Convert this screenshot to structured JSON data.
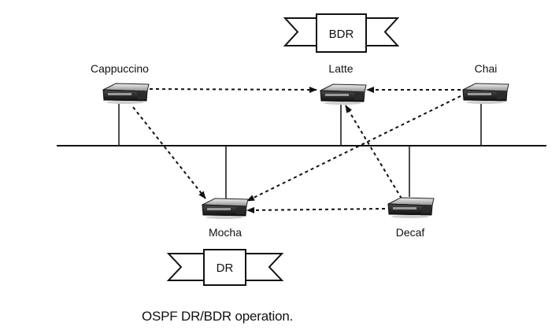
{
  "diagram": {
    "nodes": [
      {
        "id": "cappuccino",
        "label": "Cappuccino"
      },
      {
        "id": "latte",
        "label": "Latte"
      },
      {
        "id": "chai",
        "label": "Chai"
      },
      {
        "id": "mocha",
        "label": "Mocha"
      },
      {
        "id": "decaf",
        "label": "Decaf"
      }
    ],
    "badges": {
      "bdr": "BDR",
      "dr": "DR"
    },
    "edges": [
      {
        "from": "cappuccino",
        "to": "latte",
        "style": "dotted"
      },
      {
        "from": "chai",
        "to": "latte",
        "style": "dotted"
      },
      {
        "from": "cappuccino",
        "to": "mocha",
        "style": "dotted"
      },
      {
        "from": "chai",
        "to": "mocha",
        "style": "dotted"
      },
      {
        "from": "decaf",
        "to": "mocha",
        "style": "dotted"
      },
      {
        "from": "decaf",
        "to": "latte",
        "style": "dotted"
      }
    ]
  },
  "caption": "OSPF DR/BDR operation."
}
